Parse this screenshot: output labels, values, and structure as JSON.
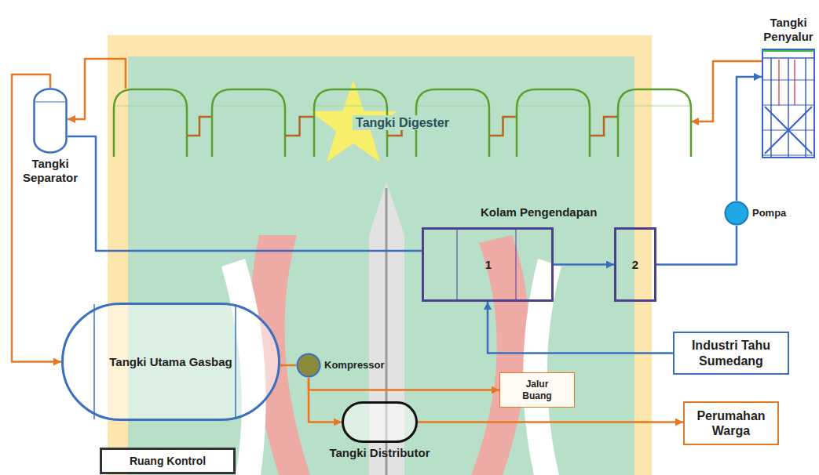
{
  "diagram": {
    "nodes": [
      {
        "text": [
          "Tangki Penyalur"
        ]
      },
      {
        "text": [
          "Tangki Digester"
        ]
      },
      {
        "text": [
          "Tangki Separator"
        ]
      },
      {
        "text": [
          "Pompa"
        ]
      },
      {
        "text": [
          "1"
        ]
      },
      {
        "text": [
          "2"
        ]
      },
      {
        "text": [
          "Industri Tahu Sumedang"
        ]
      },
      {
        "text": [
          "Tangki Utama Gasbag"
        ]
      },
      {
        "text": [
          "Kompressor"
        ]
      },
      {
        "text": [
          "Jalur Buang"
        ]
      },
      {
        "text": [
          "Perumahan Warga"
        ]
      },
      {
        "text": [
          "Tangki Distributor"
        ]
      },
      {
        "text": [
          "Ruang Kontrol"
        ]
      }
    ],
    "edges": [
      {
        "from": 0,
        "to": 1,
        "arrow": "to"
      },
      {
        "from": 1,
        "to": 2,
        "arrow": "to"
      },
      {
        "from": 2,
        "to": 7,
        "arrow": "to"
      },
      {
        "from": 2,
        "to": 4,
        "arrow": "none"
      },
      {
        "from": 4,
        "to": 5,
        "arrow": "to"
      },
      {
        "from": 5,
        "to": 3,
        "arrow": "none"
      },
      {
        "from": 3,
        "to": 0,
        "arrow": "to"
      },
      {
        "from": 6,
        "to": 4,
        "arrow": "to"
      },
      {
        "from": 7,
        "to": 8,
        "arrow": "none"
      },
      {
        "from": 8,
        "to": 9,
        "arrow": "to"
      },
      {
        "from": 8,
        "to": 11,
        "arrow": "to"
      },
      {
        "from": 11,
        "to": 10,
        "arrow": "to"
      }
    ],
    "labels": [
      "Kolam Pengendapan"
    ]
  }
}
